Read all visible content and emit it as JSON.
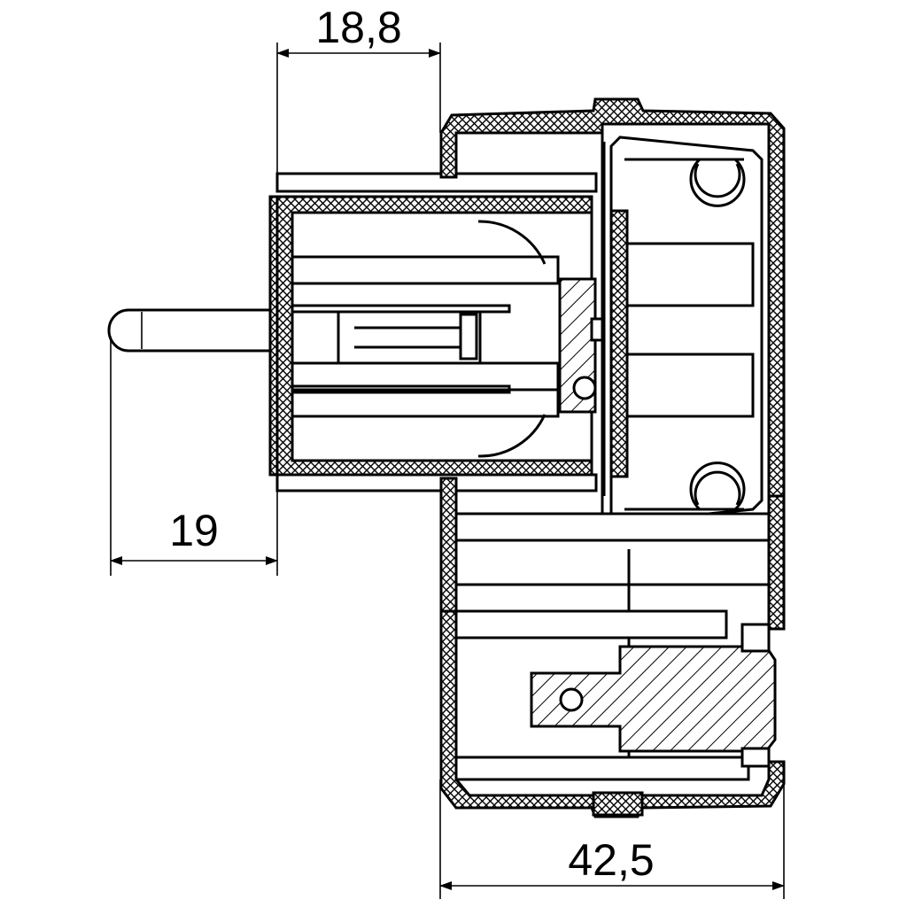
{
  "dimensions": {
    "top_width": "18,8",
    "pin_length": "19",
    "body_width": "42,5"
  }
}
